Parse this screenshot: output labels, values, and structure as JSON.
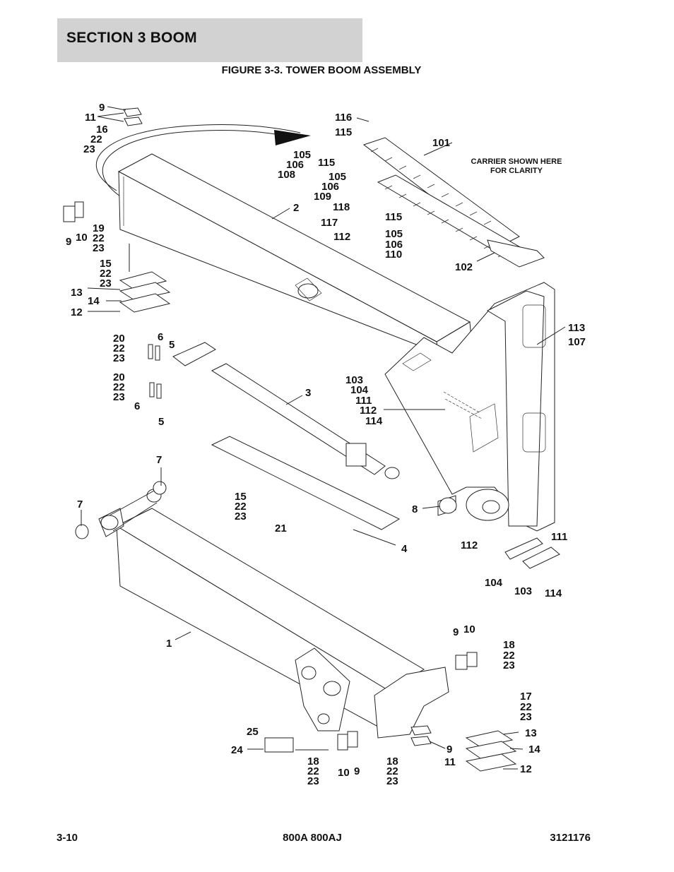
{
  "header": {
    "section_label": "SECTION 3   BOOM",
    "figure_title": "FIGURE 3-3. TOWER BOOM ASSEMBLY"
  },
  "diagram": {
    "note_line1": "CARRIER SHOWN HERE",
    "note_line2": "FOR CLARITY",
    "callouts": [
      {
        "id": "c1",
        "t": "9"
      },
      {
        "id": "c2",
        "t": "11"
      },
      {
        "id": "c3",
        "t": "16"
      },
      {
        "id": "c4",
        "t": "22"
      },
      {
        "id": "c5",
        "t": "23"
      },
      {
        "id": "c6",
        "t": "116"
      },
      {
        "id": "c7",
        "t": "115"
      },
      {
        "id": "c8",
        "t": "105"
      },
      {
        "id": "c9",
        "t": "106"
      },
      {
        "id": "c10",
        "t": "108"
      },
      {
        "id": "c11",
        "t": "115"
      },
      {
        "id": "c12",
        "t": "101"
      },
      {
        "id": "c13",
        "t": "105"
      },
      {
        "id": "c14",
        "t": "106"
      },
      {
        "id": "c15",
        "t": "109"
      },
      {
        "id": "c16",
        "t": "118"
      },
      {
        "id": "c17",
        "t": "117"
      },
      {
        "id": "c18",
        "t": "112"
      },
      {
        "id": "c19",
        "t": "115"
      },
      {
        "id": "c20",
        "t": "105"
      },
      {
        "id": "c21",
        "t": "106"
      },
      {
        "id": "c22",
        "t": "110"
      },
      {
        "id": "c23",
        "t": "102"
      },
      {
        "id": "c24",
        "t": "2"
      },
      {
        "id": "c25",
        "t": "9"
      },
      {
        "id": "c26",
        "t": "10"
      },
      {
        "id": "c27",
        "t": "19"
      },
      {
        "id": "c28",
        "t": "22"
      },
      {
        "id": "c29",
        "t": "23"
      },
      {
        "id": "c30",
        "t": "15"
      },
      {
        "id": "c31",
        "t": "22"
      },
      {
        "id": "c32",
        "t": "23"
      },
      {
        "id": "c33",
        "t": "13"
      },
      {
        "id": "c34",
        "t": "14"
      },
      {
        "id": "c35",
        "t": "12"
      },
      {
        "id": "c36",
        "t": "113"
      },
      {
        "id": "c37",
        "t": "107"
      },
      {
        "id": "c38",
        "t": "20"
      },
      {
        "id": "c39",
        "t": "22"
      },
      {
        "id": "c40",
        "t": "23"
      },
      {
        "id": "c41",
        "t": "6"
      },
      {
        "id": "c42",
        "t": "5"
      },
      {
        "id": "c43",
        "t": "20"
      },
      {
        "id": "c44",
        "t": "22"
      },
      {
        "id": "c45",
        "t": "23"
      },
      {
        "id": "c46",
        "t": "6"
      },
      {
        "id": "c47",
        "t": "5"
      },
      {
        "id": "c48",
        "t": "3"
      },
      {
        "id": "c49",
        "t": "103"
      },
      {
        "id": "c50",
        "t": "104"
      },
      {
        "id": "c51",
        "t": "111"
      },
      {
        "id": "c52",
        "t": "112"
      },
      {
        "id": "c53",
        "t": "114"
      },
      {
        "id": "c54",
        "t": "7"
      },
      {
        "id": "c55",
        "t": "7"
      },
      {
        "id": "c56",
        "t": "15"
      },
      {
        "id": "c57",
        "t": "22"
      },
      {
        "id": "c58",
        "t": "23"
      },
      {
        "id": "c59",
        "t": "21"
      },
      {
        "id": "c60",
        "t": "8"
      },
      {
        "id": "c61",
        "t": "4"
      },
      {
        "id": "c62",
        "t": "112"
      },
      {
        "id": "c63",
        "t": "111"
      },
      {
        "id": "c64",
        "t": "104"
      },
      {
        "id": "c65",
        "t": "103"
      },
      {
        "id": "c66",
        "t": "114"
      },
      {
        "id": "c67",
        "t": "1"
      },
      {
        "id": "c68",
        "t": "9"
      },
      {
        "id": "c69",
        "t": "10"
      },
      {
        "id": "c70",
        "t": "18"
      },
      {
        "id": "c71",
        "t": "22"
      },
      {
        "id": "c72",
        "t": "23"
      },
      {
        "id": "c73",
        "t": "17"
      },
      {
        "id": "c74",
        "t": "22"
      },
      {
        "id": "c75",
        "t": "23"
      },
      {
        "id": "c76",
        "t": "13"
      },
      {
        "id": "c77",
        "t": "14"
      },
      {
        "id": "c78",
        "t": "12"
      },
      {
        "id": "c79",
        "t": "25"
      },
      {
        "id": "c80",
        "t": "24"
      },
      {
        "id": "c81",
        "t": "9"
      },
      {
        "id": "c82",
        "t": "11"
      },
      {
        "id": "c83",
        "t": "18"
      },
      {
        "id": "c84",
        "t": "22"
      },
      {
        "id": "c85",
        "t": "23"
      },
      {
        "id": "c86",
        "t": "10"
      },
      {
        "id": "c87",
        "t": "9"
      },
      {
        "id": "c88",
        "t": "18"
      },
      {
        "id": "c89",
        "t": "22"
      },
      {
        "id": "c90",
        "t": "23"
      }
    ]
  },
  "footer": {
    "page_number": "3-10",
    "model": "800A 800AJ",
    "doc_number": "3121176"
  }
}
